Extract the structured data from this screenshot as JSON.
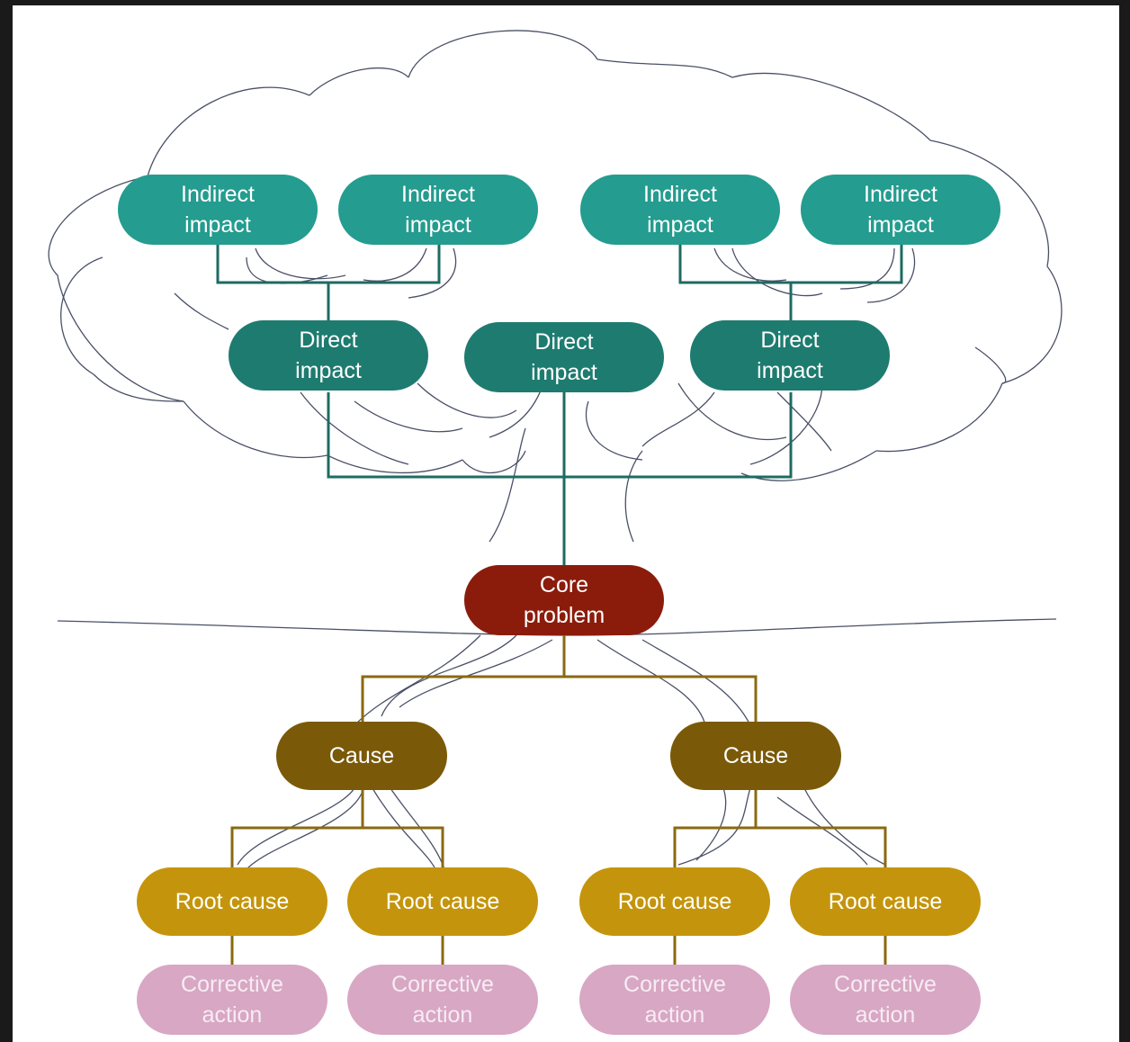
{
  "diagram": {
    "indirect_impacts": [
      {
        "label": "Indirect\nimpact"
      },
      {
        "label": "Indirect\nimpact"
      },
      {
        "label": "Indirect\nimpact"
      },
      {
        "label": "Indirect\nimpact"
      }
    ],
    "direct_impacts": [
      {
        "label": "Direct\nimpact"
      },
      {
        "label": "Direct\nimpact"
      },
      {
        "label": "Direct\nimpact"
      }
    ],
    "core_problem": {
      "label": "Core\nproblem"
    },
    "causes": [
      {
        "label": "Cause"
      },
      {
        "label": "Cause"
      }
    ],
    "root_causes": [
      {
        "label": "Root cause"
      },
      {
        "label": "Root cause"
      },
      {
        "label": "Root cause"
      },
      {
        "label": "Root cause"
      }
    ],
    "corrective_actions": [
      {
        "label": "Corrective\naction"
      },
      {
        "label": "Corrective\naction"
      },
      {
        "label": "Corrective\naction"
      },
      {
        "label": "Corrective\naction"
      }
    ],
    "colors": {
      "indirect_impact": "#249c8f",
      "direct_impact": "#1e7b70",
      "core_problem": "#8b1c0c",
      "cause": "#7a5a08",
      "root_cause": "#c4950c",
      "corrective_action": "#d8a7c4",
      "impact_connector": "#1e6b62",
      "cause_connector": "#8a6a10",
      "outline": "#4a5066"
    }
  }
}
